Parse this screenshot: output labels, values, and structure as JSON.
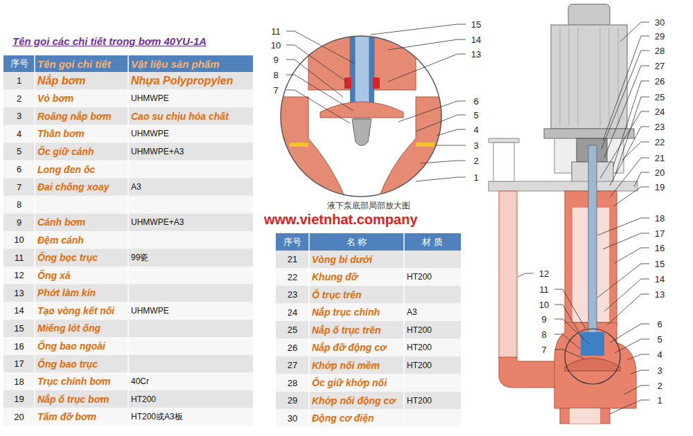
{
  "diagram": {
    "title": "Tên gọi các chi tiết trong bơm 40YU-1A",
    "labels": [
      "序号",
      "Tên gọi chi tiết",
      "Vật liệu sản phẩm",
      "1",
      "Nắp bơm",
      "Nhựa Polypropylen",
      "2",
      "Vỏ bơm",
      "UHMWPE",
      "3",
      "Roăng nắp bơm",
      "Cao su chịu hóa chất",
      "4",
      "Thân bơm",
      "UHMWPE",
      "5",
      "Ốc giữ cánh",
      "UHMWPE+A3",
      "6",
      "Long đen ốc",
      "7",
      "Đai chống xoay",
      "A3",
      "8",
      "9",
      "Cánh bơm",
      "UHMWPE+A3",
      "10",
      "Đệm cánh",
      "11",
      "Ống bọc trục",
      "99瓷",
      "12",
      "Ống xả",
      "13",
      "Phớt làm kín",
      "14",
      "Tạo vòng kết nối",
      "UHMWPE",
      "15",
      "Miếng lót ống",
      "16",
      "Ống bao ngoài",
      "17",
      "Ống bao trục",
      "18",
      "Trục chính bơm",
      "40Cr",
      "19",
      "Nắp ổ trục bơm",
      "HT200",
      "20",
      "Tấm đỡ bơm",
      "HT200或A3板",
      "序号",
      "名 称",
      "材 质",
      "21",
      "Vòng bi dưới",
      "22",
      "Khung đỡ",
      "HT200",
      "23",
      "Ổ trục trên",
      "24",
      "Nắp trục chính",
      "A3",
      "25",
      "Nắp ổ trục trên",
      "HT200",
      "26",
      "Nắp đỡ động cơ",
      "HT200",
      "27",
      "Khớp nối mềm",
      "HT200",
      "28",
      "Ốc giữ khớp nối",
      "29",
      "Khớp nối động cơ",
      "HT200",
      "30",
      "Động cơ điện",
      "液下泵底部局部放大图",
      "www.vietnhat.company",
      "15",
      "14",
      "13",
      "11",
      "10",
      "9",
      "8",
      "7",
      "6",
      "5",
      "4",
      "3",
      "2",
      "1",
      "30",
      "29",
      "28",
      "27",
      "26",
      "25",
      "24",
      "23",
      "22",
      "21",
      "20",
      "19",
      "18",
      "17",
      "16",
      "15",
      "14",
      "13",
      "12",
      "11",
      "10",
      "9",
      "8",
      "7",
      "6",
      "5",
      "4",
      "3",
      "2",
      "1"
    ]
  }
}
